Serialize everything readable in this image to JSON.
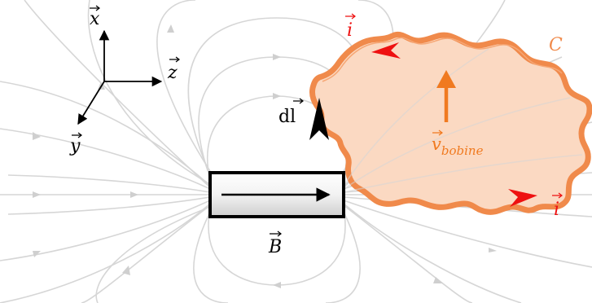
{
  "axes": {
    "x_label": "x",
    "y_label": "y",
    "z_label": "z"
  },
  "magnet": {
    "field_label": "B"
  },
  "coil": {
    "curve_label": "C",
    "element_label": "dl",
    "velocity_label": "v",
    "velocity_subscript": "bobine",
    "current_label": "i"
  },
  "colors": {
    "field_lines": "#d6d6d6",
    "coil_stroke": "#f08a4b",
    "coil_fill": "#fbd9c2",
    "velocity": "#f07a20",
    "current": "#ee1111",
    "magnet_outline": "#000000"
  }
}
